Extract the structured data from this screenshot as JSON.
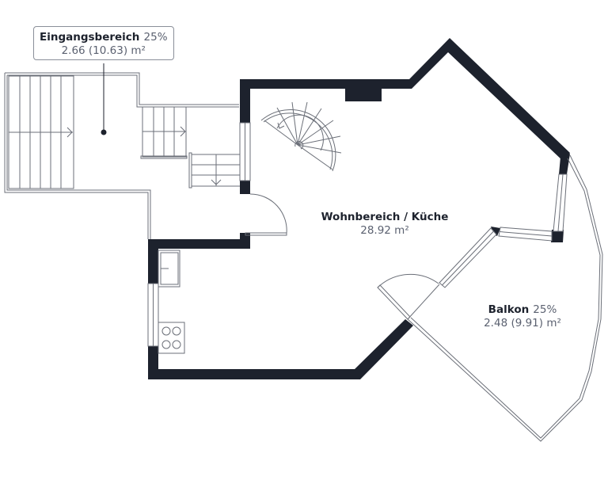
{
  "plan": {
    "wall_color": "#1d222d",
    "line_color": "#6b6f78",
    "text_dark": "#1d222d",
    "text_muted": "#5b6170"
  },
  "rooms": [
    {
      "id": "eingangsbereich",
      "name": "Eingangsbereich",
      "percent": "25%",
      "area": "2.66 (10.63) m²",
      "callout": true
    },
    {
      "id": "wohnbereich",
      "name": "Wohnbereich / Küche",
      "percent": "",
      "area": "28.92 m²",
      "callout": false
    },
    {
      "id": "balkon",
      "name": "Balkon",
      "percent": "25%",
      "area": "2.48 (9.91) m²",
      "callout": false
    }
  ],
  "icons": [
    "staircase-straight-icon",
    "staircase-spiral-icon",
    "door-swing-icon",
    "window-icon",
    "sink-icon",
    "stove-icon"
  ]
}
